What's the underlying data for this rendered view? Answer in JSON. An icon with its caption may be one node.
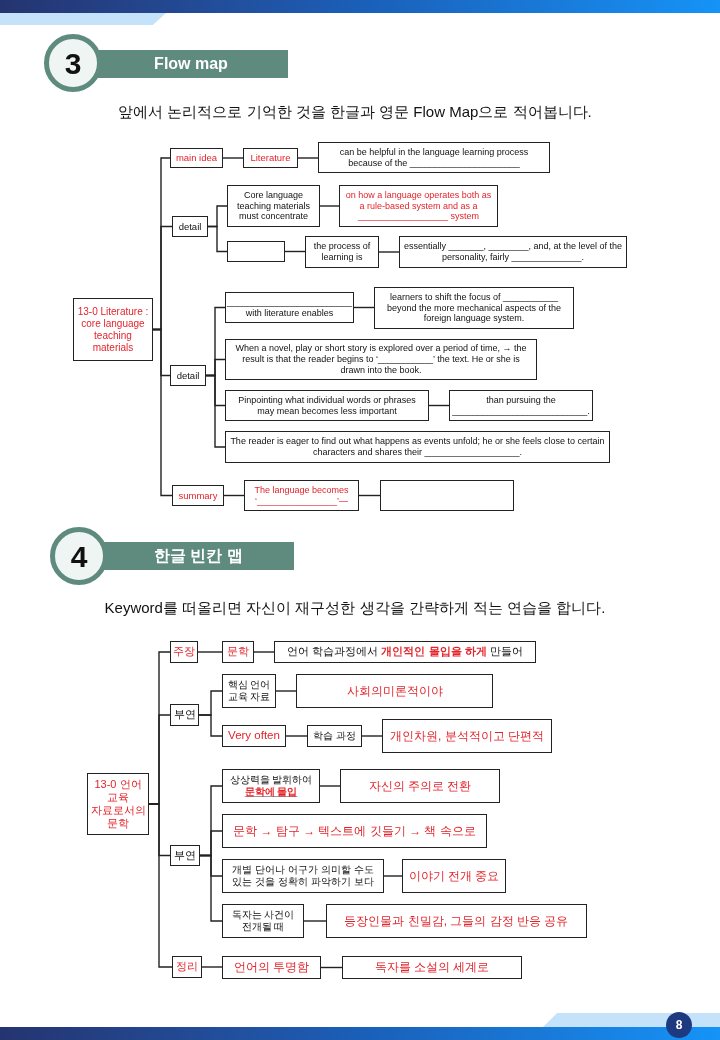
{
  "diagram": {
    "nodes": [
      {
        "text": [
          "3"
        ]
      },
      {
        "text": [
          "Flow map"
        ]
      },
      {
        "text": [
          "13-0 Literature : core language teaching materials"
        ]
      },
      {
        "text": [
          "main idea"
        ]
      },
      {
        "text": [
          "Literature"
        ]
      },
      {
        "text": [
          "can be helpful in the language learning process because of the ______________________"
        ]
      },
      {
        "text": [
          "detail"
        ]
      },
      {
        "text": [
          "Core language teaching materials must concentrate"
        ]
      },
      {
        "text": [
          "on how a language operates both as a rule-based system and as a __________________ system"
        ]
      },
      {
        "text": [],
        "shape": "box"
      },
      {
        "text": [
          "the process of learning is"
        ]
      },
      {
        "text": [
          "essentially _______, ________, and, at the level of the personality, fairly ______________."
        ]
      },
      {
        "text": [
          "detail"
        ]
      },
      {
        "text": [
          "_________________________ with literature enables"
        ]
      },
      {
        "text": [
          "learners to shift the focus of ___________ beyond the more mechanical aspects of the foreign language system."
        ]
      },
      {
        "text": [
          "When a novel, play or short story is explored over a period of time, → the result is that the reader begins to ‘___________’ the text. He or she is drawn into the book."
        ]
      },
      {
        "text": [
          "Pinpointing what individual words or phrases may mean becomes less important"
        ]
      },
      {
        "text": [
          "than pursuing the ___________________________."
        ]
      },
      {
        "text": [
          "The reader is eager to find out what happens as events unfold; he or she feels close to certain characters and shares their ___________________."
        ]
      },
      {
        "text": [
          "summary"
        ]
      },
      {
        "text": [
          "The language becomes ‘________________’—"
        ]
      },
      {
        "text": [],
        "shape": "box"
      },
      {
        "text": [
          "4"
        ]
      },
      {
        "text": [
          "한글 빈칸 맵"
        ]
      },
      {
        "text": [
          "13-0 언어 교육 자료로서의 문학"
        ]
      },
      {
        "text": [
          "주장"
        ]
      },
      {
        "text": [
          "문학"
        ]
      },
      {
        "text": [
          "언어 학습과정에서 **개인적인 몰입을 하게** 만들어"
        ]
      },
      {
        "text": [
          "부연"
        ]
      },
      {
        "text": [
          "핵심 언어 교육 자료"
        ]
      },
      {
        "text": [
          "사회의미론적이야"
        ]
      },
      {
        "text": [
          "Very often"
        ]
      },
      {
        "text": [
          "학습 과정"
        ]
      },
      {
        "text": [
          "개인차원, 분석적이고 단편적"
        ]
      },
      {
        "text": [
          "부연"
        ]
      },
      {
        "text": [
          "상상력을 발휘하여 **문학에 몰입**"
        ]
      },
      {
        "text": [
          "자신의 주의로 전환"
        ]
      },
      {
        "text": [
          "문학 → 탐구 → 텍스트에 깃들기 → 책 속으로"
        ]
      },
      {
        "text": [
          "개별 단어나 어구가 의미할 수도 있는 것을 정확히 파악하기 보다"
        ]
      },
      {
        "text": [
          "이야기 전개 중요"
        ]
      },
      {
        "text": [
          "독자는 사건이 전개될 때"
        ]
      },
      {
        "text": [
          "등장인물과 친밀감, 그들의 감정 반응 공유"
        ]
      },
      {
        "text": [
          "정리"
        ]
      },
      {
        "text": [
          "언어의 투명함"
        ]
      },
      {
        "text": [
          "독자를 소설의 세계로"
        ]
      },
      {
        "text": [
          "8"
        ]
      }
    ],
    "edges": [
      {
        "from": 2,
        "to": 3,
        "arrow": "none"
      },
      {
        "from": 2,
        "to": 6,
        "arrow": "none"
      },
      {
        "from": 2,
        "to": 12,
        "arrow": "none"
      },
      {
        "from": 2,
        "to": 19,
        "arrow": "none"
      },
      {
        "from": 3,
        "to": 4,
        "arrow": "none"
      },
      {
        "from": 4,
        "to": 5,
        "arrow": "none"
      },
      {
        "from": 6,
        "to": 7,
        "arrow": "none"
      },
      {
        "from": 6,
        "to": 9,
        "arrow": "none"
      },
      {
        "from": 7,
        "to": 8,
        "arrow": "none"
      },
      {
        "from": 9,
        "to": 10,
        "arrow": "none"
      },
      {
        "from": 10,
        "to": 11,
        "arrow": "none"
      },
      {
        "from": 12,
        "to": 13,
        "arrow": "none"
      },
      {
        "from": 12,
        "to": 15,
        "arrow": "none"
      },
      {
        "from": 12,
        "to": 16,
        "arrow": "none"
      },
      {
        "from": 12,
        "to": 18,
        "arrow": "none"
      },
      {
        "from": 13,
        "to": 14,
        "arrow": "none"
      },
      {
        "from": 16,
        "to": 17,
        "arrow": "none"
      },
      {
        "from": 19,
        "to": 20,
        "arrow": "none"
      },
      {
        "from": 20,
        "to": 21,
        "arrow": "none"
      },
      {
        "from": 24,
        "to": 25,
        "arrow": "none"
      },
      {
        "from": 24,
        "to": 28,
        "arrow": "none"
      },
      {
        "from": 24,
        "to": 34,
        "arrow": "none"
      },
      {
        "from": 24,
        "to": 42,
        "arrow": "none"
      },
      {
        "from": 25,
        "to": 26,
        "arrow": "none"
      },
      {
        "from": 26,
        "to": 27,
        "arrow": "none"
      },
      {
        "from": 28,
        "to": 29,
        "arrow": "none"
      },
      {
        "from": 28,
        "to": 31,
        "arrow": "none"
      },
      {
        "from": 29,
        "to": 30,
        "arrow": "none"
      },
      {
        "from": 31,
        "to": 32,
        "arrow": "none"
      },
      {
        "from": 32,
        "to": 33,
        "arrow": "none"
      },
      {
        "from": 34,
        "to": 35,
        "arrow": "none"
      },
      {
        "from": 34,
        "to": 37,
        "arrow": "none"
      },
      {
        "from": 34,
        "to": 38,
        "arrow": "none"
      },
      {
        "from": 34,
        "to": 40,
        "arrow": "none"
      },
      {
        "from": 35,
        "to": 36,
        "arrow": "none"
      },
      {
        "from": 38,
        "to": 39,
        "arrow": "none"
      },
      {
        "from": 40,
        "to": 41,
        "arrow": "none"
      },
      {
        "from": 42,
        "to": 43,
        "arrow": "none"
      },
      {
        "from": 43,
        "to": 44,
        "arrow": "none"
      }
    ],
    "labels": [
      "앞에서 논리적으로 기억한 것을 한글과 영문 Flow Map으로 적어봅니다.",
      "Keyword를 떠올리면 자신이 재구성한 생각을 간략하게 적는 연습을 합니다."
    ]
  }
}
